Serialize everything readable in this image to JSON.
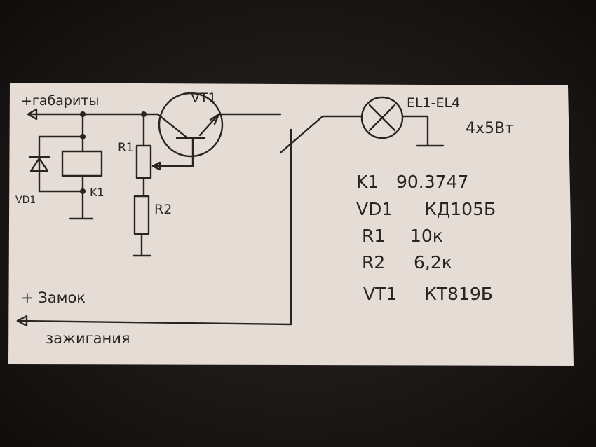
{
  "diagram": {
    "labels": {
      "parking_lights": "+габариты",
      "transistor": "VT1",
      "resistor1": "R1",
      "resistor2": "R2",
      "relay": "K1",
      "diode": "VD1",
      "lamps": "EL1-EL4",
      "lamp_power": "4x5Вт",
      "ignition_line1": "+ Замок",
      "ignition_line2": "зажигания"
    },
    "parts_list": [
      {
        "ref": "K1",
        "value": "90.3747"
      },
      {
        "ref": "VD1",
        "value": "КД105Б"
      },
      {
        "ref": "R1",
        "value": "10к"
      },
      {
        "ref": "R2",
        "value": "6,2к"
      },
      {
        "ref": "VT1",
        "value": "КТ819Б"
      }
    ],
    "colors": {
      "paper": "#e6dcd6",
      "ink": "#2a2320",
      "background": "#1b1715"
    }
  }
}
